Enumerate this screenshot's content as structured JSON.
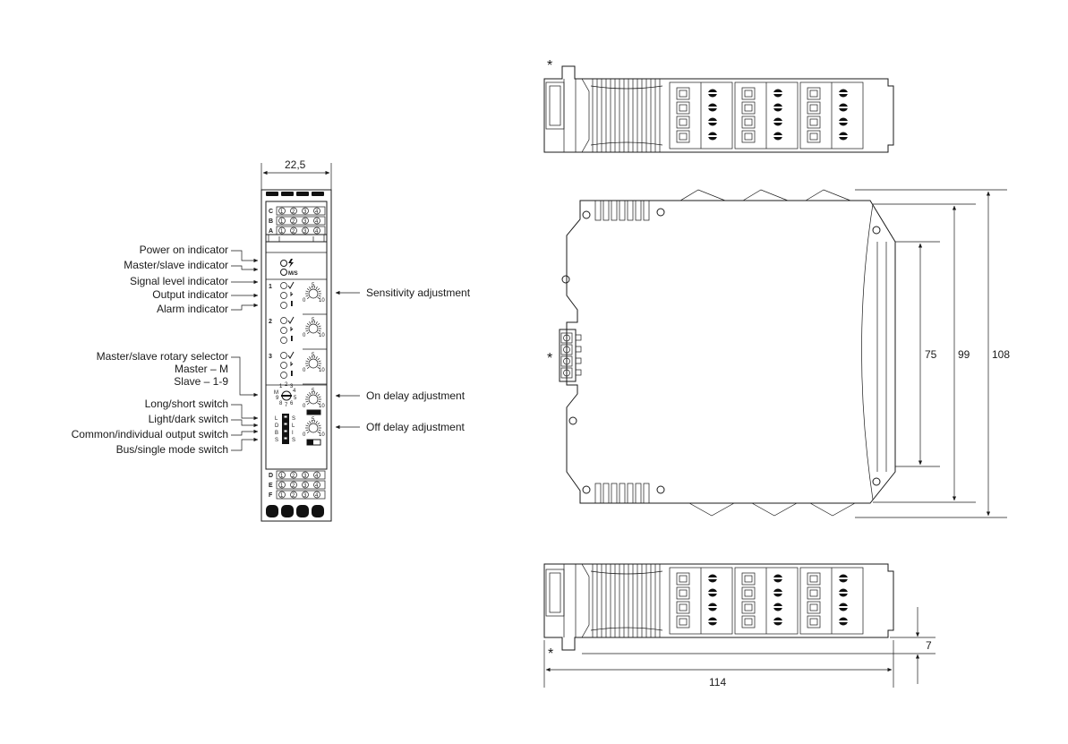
{
  "front_view": {
    "width_dim": "22,5",
    "terminal_rows_top": [
      "C",
      "B",
      "A"
    ],
    "terminal_rows_bottom": [
      "D",
      "E",
      "F"
    ],
    "terminal_numbers": [
      "1",
      "2",
      "3",
      "4"
    ],
    "channels": [
      "1",
      "2",
      "3"
    ],
    "ms_label": "M/S",
    "dial_min": "0",
    "dial_mid": "5",
    "dial_max": "10",
    "rotary_digits": [
      "1",
      "2",
      "3",
      "4",
      "5",
      "6",
      "7",
      "8",
      "9",
      "M"
    ],
    "switch_left_labels": [
      "L",
      "D",
      "B",
      "S"
    ],
    "switch_right_labels": [
      "S",
      "L",
      "I",
      "S"
    ]
  },
  "left_labels": [
    "Power on indicator",
    "Master/slave indicator",
    "Signal level indicator",
    "Output indicator",
    "Alarm indicator",
    "Master/slave rotary selector",
    "Master – M",
    "Slave – 1-9",
    "Long/short switch",
    "Light/dark switch",
    "Common/individual output switch",
    "Bus/single mode switch"
  ],
  "right_labels": [
    "Sensitivity adjustment",
    "On delay adjustment",
    "Off delay adjustment"
  ],
  "side_view": {
    "dims": [
      "75",
      "99",
      "108"
    ],
    "asterisk": "*"
  },
  "top_view": {
    "asterisk": "*"
  },
  "bottom_view": {
    "dims": [
      "7",
      "114"
    ],
    "asterisk": "*"
  }
}
